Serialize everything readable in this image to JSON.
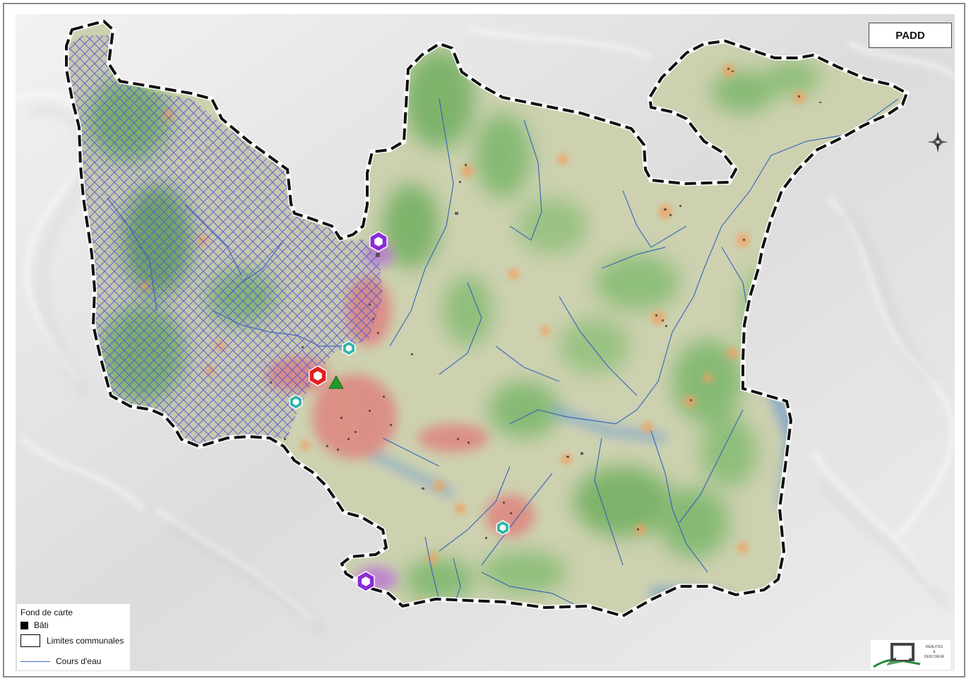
{
  "title": "PADD",
  "legend": {
    "heading": "Fond de carte",
    "items": [
      {
        "label": "Bâti",
        "symbol": "black-square"
      },
      {
        "label": "Limites communales",
        "symbol": "outlined-rectangle"
      },
      {
        "label": "Cours d'eau",
        "symbol": "blue-line"
      }
    ]
  },
  "logo": {
    "text_line1": "RÉALITÉS",
    "text_line2": "&",
    "text_line3": "DESCOEUR"
  },
  "map_markers": [
    {
      "icon": "hexagon-marker",
      "color": "#8a2bd6"
    },
    {
      "icon": "hexagon-marker",
      "color": "#8a2bd6"
    },
    {
      "icon": "hexagon-marker",
      "color": "#e02020"
    },
    {
      "icon": "triangle-marker",
      "color": "#1f9a2a"
    },
    {
      "icon": "hexagon-marker",
      "color": "#2fb5a8"
    },
    {
      "icon": "hexagon-marker",
      "color": "#2fb5a8"
    },
    {
      "icon": "hexagon-marker",
      "color": "#2fb5a8"
    }
  ],
  "colors": {
    "hillshade": "#e6e6e6",
    "terrain": "#c9cfae",
    "vegetation": "#6fae5e",
    "urban": "#e07a78",
    "hatch": "#5a54d0",
    "water": "#3a6fc4",
    "boundary": "#111111"
  },
  "icons": [
    "compass-icon",
    "logo-icon"
  ]
}
